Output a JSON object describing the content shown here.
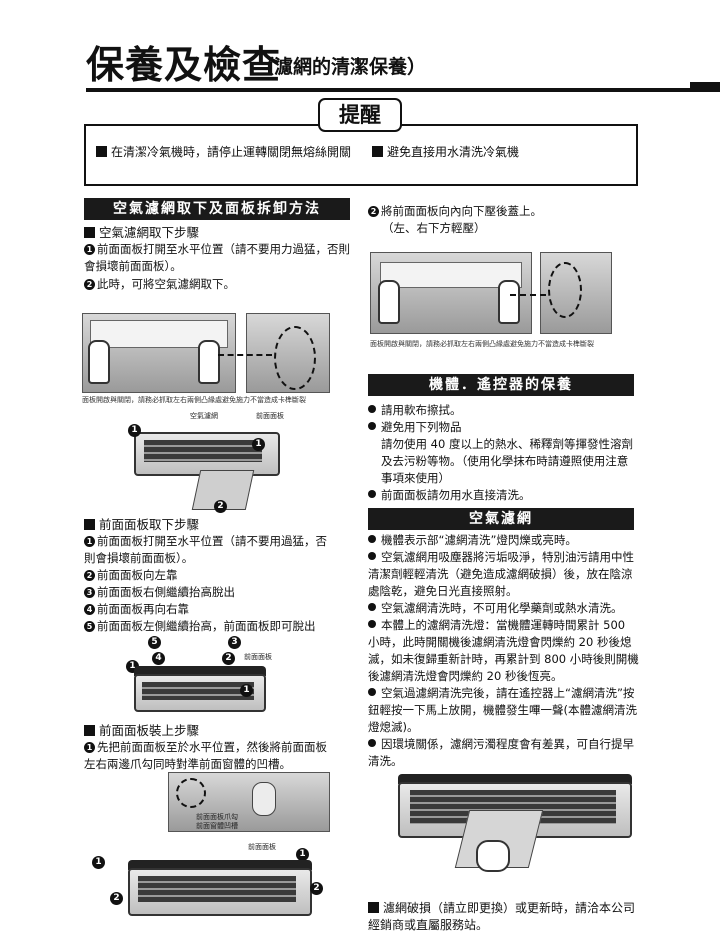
{
  "header": {
    "title": "保養及檢查",
    "subtitle": "（濾網的清潔保養）"
  },
  "reminder": {
    "tab": "提醒",
    "items": [
      "在清潔冷氣機時，請停止運轉關閉無熔絲開關",
      "避免直接用水清洗冷氣機"
    ]
  },
  "left": {
    "section_title": "空氣濾網取下及面板拆卸方法",
    "filter_removal": {
      "heading": "空氣濾網取下步驟",
      "steps": [
        "前面面板打開至水平位置（請不要用力過猛，否則會損壞前面面板）。",
        "此時，可將空氣濾網取下。"
      ],
      "figure_caption": "面板開啟與關閉，請務必抓取左右兩側凸緣處避免施力不當造成卡榫斷裂",
      "label_filter": "空氣濾網",
      "label_panel": "前面面板"
    },
    "panel_removal": {
      "heading": "前面面板取下步驟",
      "steps": [
        "前面面板打開至水平位置（請不要用過猛，否則會損壞前面面板）。",
        "前面面板向左靠",
        "前面面板右側繼續抬高脫出",
        "前面面板再向右靠",
        "前面面板左側繼續抬高，前面面板即可脫出"
      ],
      "label_panel": "前面面板"
    },
    "panel_install": {
      "heading": "前面面板裝上步驟",
      "steps": [
        "先把前面面板至於水平位置，然後將前面面板左右兩邊爪勾同時對準前面窗體的凹槽。"
      ],
      "label_claw": "前面面板爪勾",
      "label_groove": "前面窗體凹槽",
      "label_panel": "前面面板"
    }
  },
  "right": {
    "install_step2": [
      "將前面面板向內向下壓後蓋上。",
      "（左、右下方輕壓）"
    ],
    "install_caption": "面板開啟與關閉，請務必抓取左右兩側凸緣處避免施力不當造成卡榫斷裂",
    "body_remote": {
      "title": "機體．遙控器的保養",
      "items": [
        "請用軟布擦拭。",
        "避免用下列物品",
        "前面面板請勿用水直接清洗。"
      ],
      "note": "請勿使用 40 度以上的熱水、稀釋劑等揮發性溶劑及去污粉等物。（使用化學抹布時請遵照使用注意事項來使用）"
    },
    "air_filter": {
      "title": "空氣濾網",
      "items": [
        "機體表示部“濾網清洗”燈閃爍或亮時。",
        "空氣濾網用吸塵器將污垢吸淨，特別油污請用中性清潔劑輕輕清洗（避免造成濾網破損）後，放在陰涼處陰乾，避免日光直接照射。",
        "空氣濾網清洗時，不可用化學藥劑或熱水清洗。",
        "本體上的濾網清洗燈：當機體運轉時間累計 500 小時，此時開關機後濾網清洗燈會閃爍約 20 秒後熄滅，如未復歸重新計時，再累計到 800 小時後則開機後濾網清洗燈會閃爍約 20 秒後恆亮。",
        "空氣過濾網清洗完後，請在遙控器上“濾網清洗”按鈕輕按一下馬上放開，機體發生嗶一聲(本體濾網清洗燈熄滅)。",
        "因環境關係，濾網污濁程度會有差異，可自行提早清洗。"
      ]
    },
    "footer_note": "濾網破損（請立即更換）或更新時，請洽本公司經銷商或直屬服務站。"
  },
  "numbers": [
    "1",
    "2",
    "3",
    "4",
    "5"
  ]
}
